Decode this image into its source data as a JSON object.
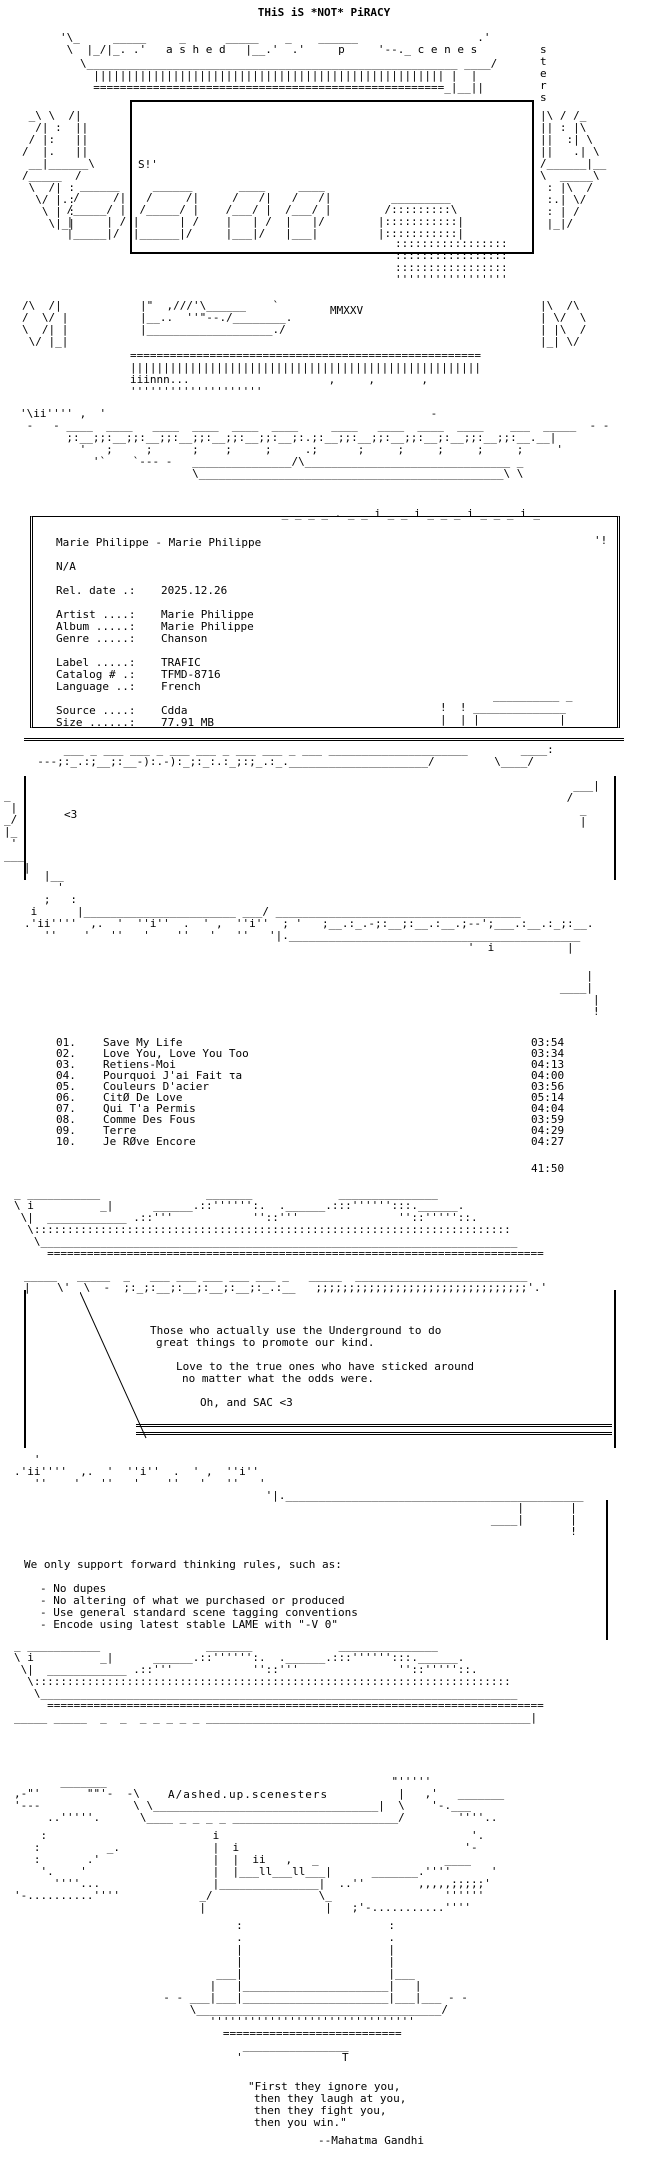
{
  "header": {
    "title": "THiS iS *NOT* PiRACY",
    "group_logo": "ashed up scenesters",
    "vertical_tag": "sters",
    "stamp": "MMXXV",
    "start": "S!'"
  },
  "release": {
    "heading": "Marie Philippe - Marie Philippe",
    "nfo": "N/A",
    "rel_date_label": "Rel. date .:",
    "rel_date": "2025.12.26",
    "artist_label": "Artist ....:",
    "artist": "Marie Philippe",
    "album_label": "Album .....:",
    "album": "Marie Philippe",
    "genre_label": "Genre .....:",
    "genre": "Chanson",
    "label_label": "Label .....:",
    "label": "TRAFIC",
    "catalog_label": "Catalog # .:",
    "catalog": "TFMD-8716",
    "language_label": "Language ..:",
    "language": "French",
    "source_label": "Source ....:",
    "source": "Cdda",
    "size_label": "Size ......:",
    "size": "77.91 MB"
  },
  "notes": {
    "text": "<3"
  },
  "tracklist": {
    "tracks": [
      {
        "no": "01.",
        "title": "Save My Life",
        "time": "03:54"
      },
      {
        "no": "02.",
        "title": "Love You, Love You Too",
        "time": "03:34"
      },
      {
        "no": "03.",
        "title": "Retiens-Moi",
        "time": "04:13"
      },
      {
        "no": "04.",
        "title": "Pourquoi J'ai Fait τa",
        "time": "04:00"
      },
      {
        "no": "05.",
        "title": "Couleurs D'acier",
        "time": "03:56"
      },
      {
        "no": "06.",
        "title": "CitØ De Love",
        "time": "05:14"
      },
      {
        "no": "07.",
        "title": "Qui T'a Permis",
        "time": "04:04"
      },
      {
        "no": "08.",
        "title": "Comme Des Fous",
        "time": "03:59"
      },
      {
        "no": "09.",
        "title": "Terre",
        "time": "04:29"
      },
      {
        "no": "10.",
        "title": "Je RØve Encore",
        "time": "04:27"
      }
    ],
    "total": "41:50"
  },
  "greetings": {
    "line1": "Those who actually use the Underground to do",
    "line2": "great things to promote our kind.",
    "line3": "Love to the true ones who have sticked around",
    "line4": "no matter what the odds were.",
    "line5": "Oh, and SAC <3"
  },
  "rules": {
    "intro": "We only support forward thinking rules, such as:",
    "items": [
      "- No dupes",
      "- No altering of what we purchased or produced",
      "- Use general standard scene tagging conventions",
      "- Encode using latest stable LAME with \"-V 0\""
    ]
  },
  "footer": {
    "logo": "A/ashed.up.scenesters",
    "quote1": "\"First they ignore you,",
    "quote2": "then they laugh at you,",
    "quote3": "then they fight you,",
    "quote4": "then you win.\"",
    "author": "--Mahatma Gandhi"
  }
}
